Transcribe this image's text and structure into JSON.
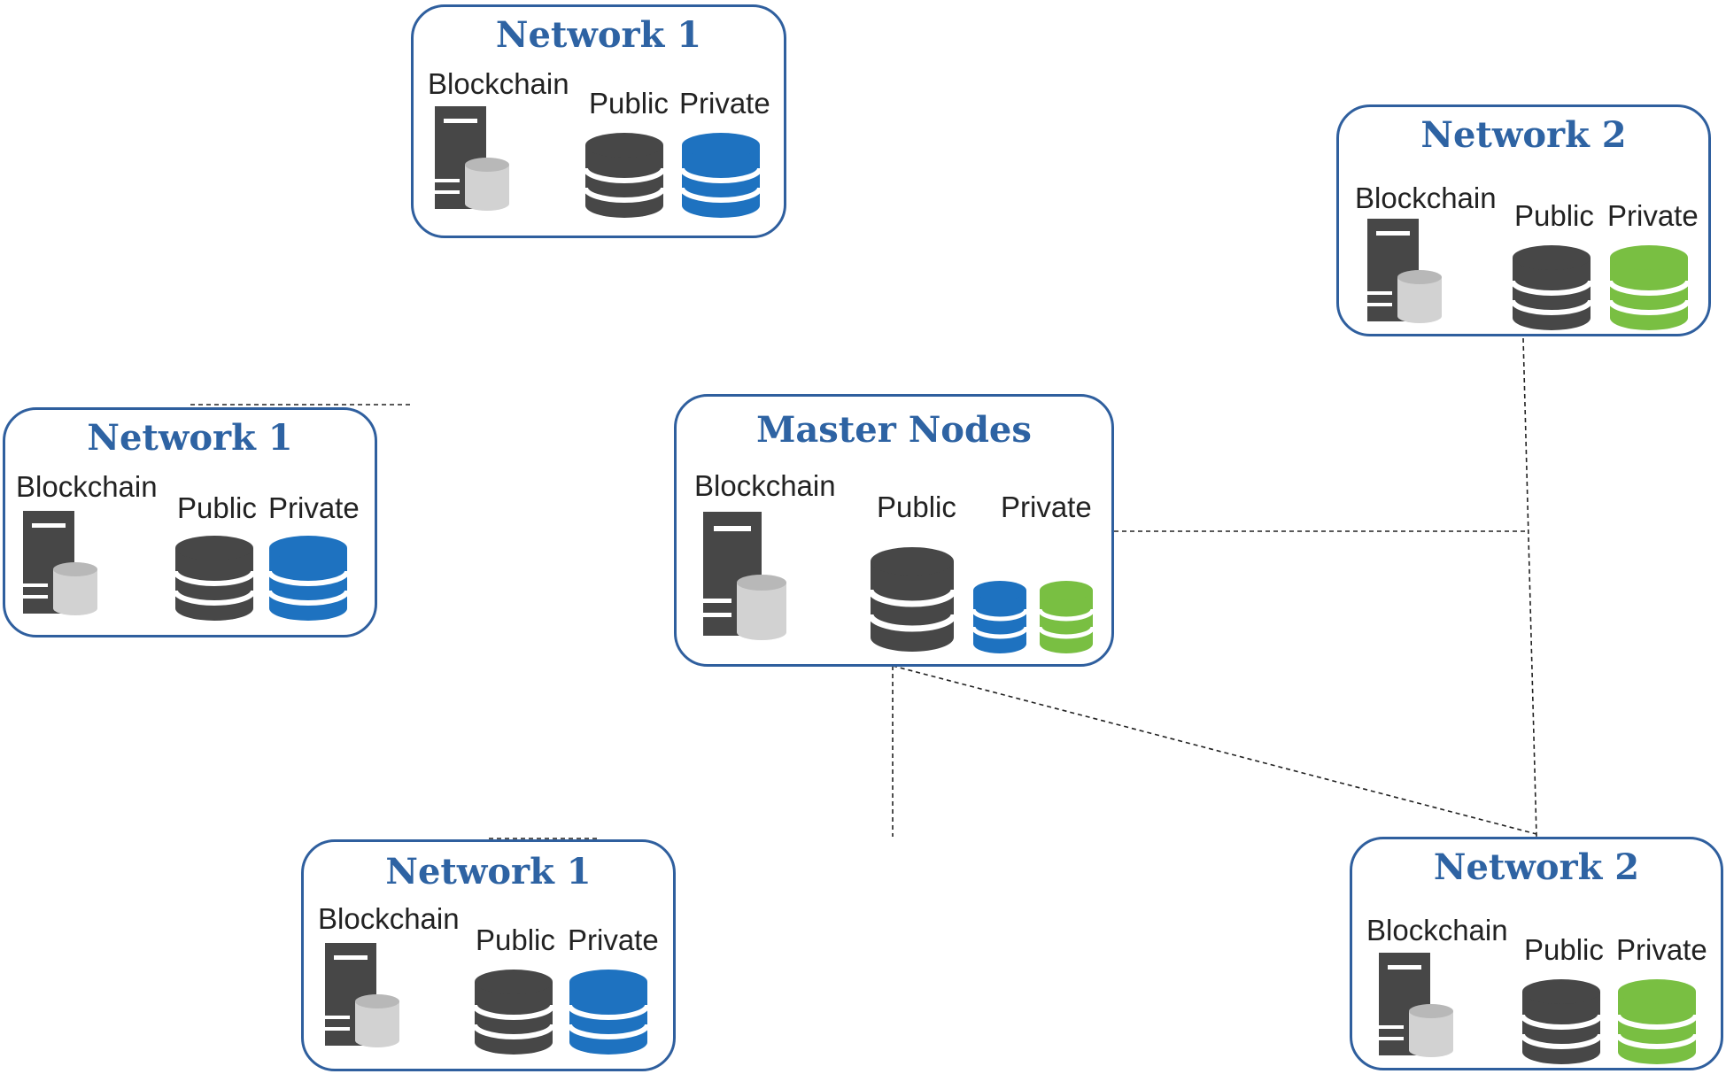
{
  "labels": {
    "blockchain": "Blockchain",
    "public": "Public",
    "private": "Private"
  },
  "nodes": [
    {
      "title": "Network 1",
      "private_color": "#1e72c0"
    },
    {
      "title": "Network 2",
      "private_color": "#79bf42"
    },
    {
      "title": "Network 1",
      "private_color": "#1e72c0"
    },
    {
      "title": "Master Nodes",
      "private_colors": [
        "#1e72c0",
        "#79bf42"
      ]
    },
    {
      "title": "Network 1",
      "private_color": "#1e72c0"
    },
    {
      "title": "Network 2",
      "private_color": "#79bf42"
    }
  ],
  "colors": {
    "border": "#2f5f9e",
    "title": "#2e63a3",
    "server": "#474747",
    "server_cylinder": "#d2d2d2",
    "public_db": "#474747",
    "connector": "#222222"
  },
  "icons": [
    "server-icon",
    "database-icon"
  ]
}
